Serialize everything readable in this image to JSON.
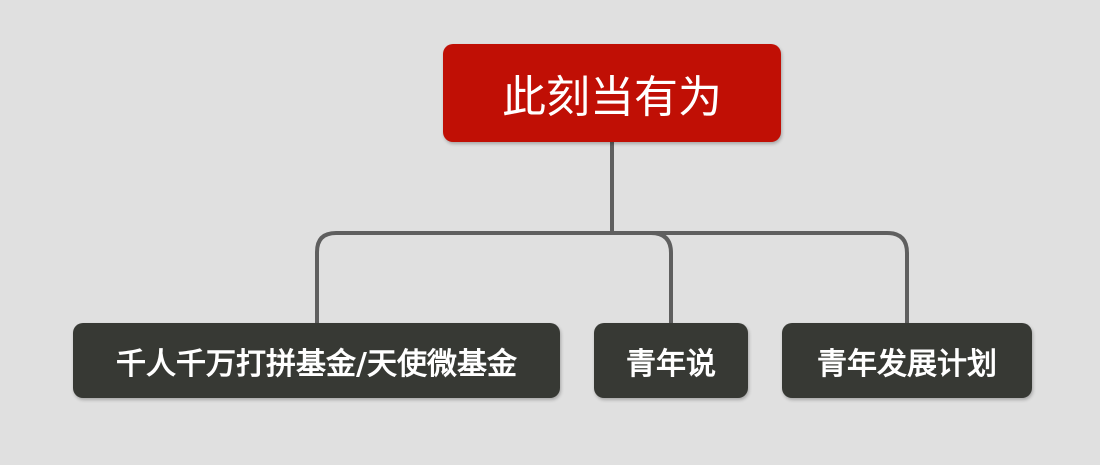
{
  "diagram": {
    "root": {
      "label": "此刻当有为",
      "color": "#c00f05"
    },
    "children": [
      {
        "label": "千人千万打拼基金/天使微基金"
      },
      {
        "label": "青年说"
      },
      {
        "label": "青年发展计划"
      }
    ],
    "child_color": "#373934",
    "connector_color": "#5f5f5f",
    "background": "#e0e0e0"
  }
}
